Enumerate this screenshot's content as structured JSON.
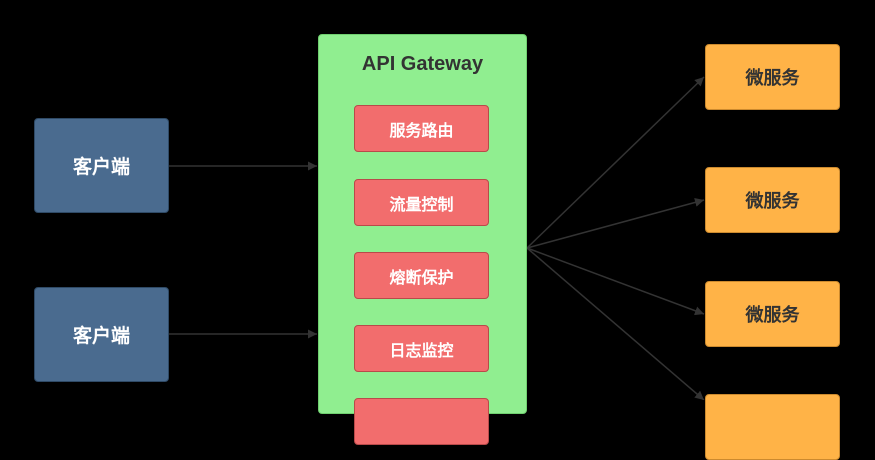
{
  "clients": [
    {
      "label": "客户端"
    },
    {
      "label": "客户端"
    }
  ],
  "gateway": {
    "title": "API Gateway",
    "modules": [
      {
        "label": "服务路由"
      },
      {
        "label": "流量控制"
      },
      {
        "label": "熔断保护"
      },
      {
        "label": "日志监控"
      },
      {
        "label": ""
      }
    ]
  },
  "services": [
    {
      "label": "微服务"
    },
    {
      "label": "微服务"
    },
    {
      "label": "微服务"
    },
    {
      "label": ""
    }
  ],
  "colors": {
    "background": "#000000",
    "client": "#4a6b8f",
    "gateway": "#90ee90",
    "module": "#f26d6d",
    "service": "#ffb347",
    "arrow": "#333333"
  }
}
